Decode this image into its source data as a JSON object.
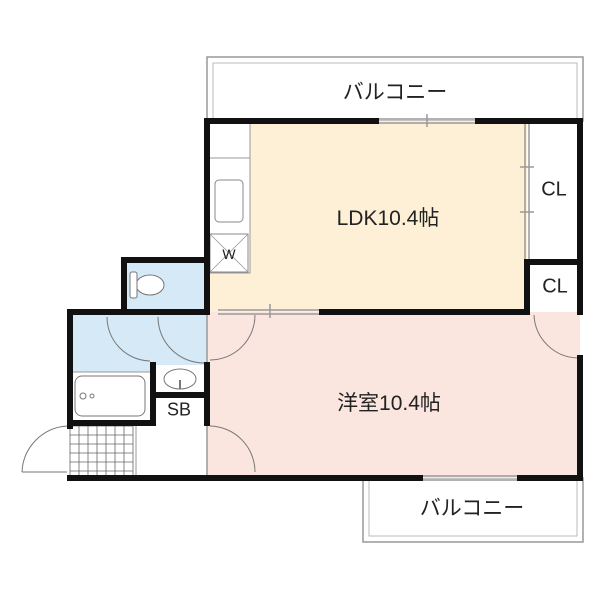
{
  "labels": {
    "balcony_top": "バルコニー",
    "balcony_bottom": "バルコニー",
    "ldk": "LDK10.4帖",
    "western_room": "洋室10.4帖",
    "closet_upper": "CL",
    "closet_lower": "CL",
    "washer": "W",
    "shoe_box": "SB"
  },
  "colors": {
    "ldk": "#fdf0d6",
    "western_room": "#fbe5df",
    "wet_area": "#d5e9f6",
    "wall": "#111111"
  }
}
